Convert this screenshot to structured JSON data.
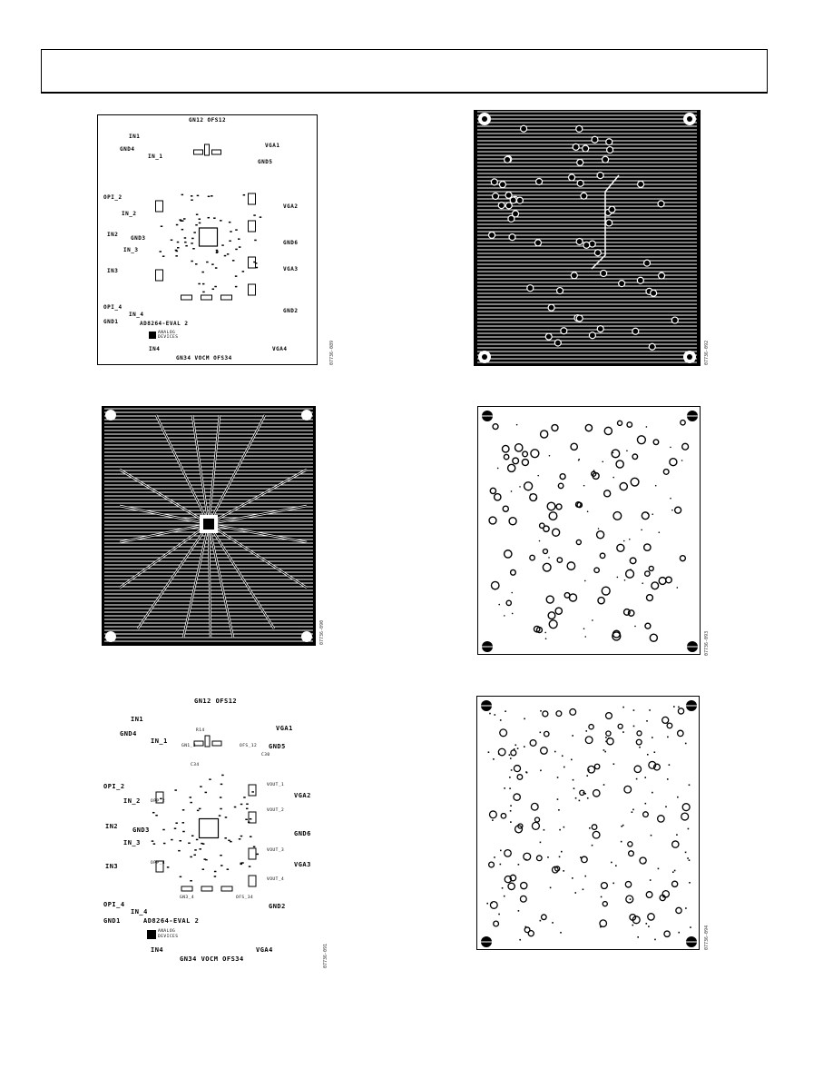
{
  "figures": {
    "fig1": {
      "id": "07736-089"
    },
    "fig2": {
      "id": "07736-092"
    },
    "fig3": {
      "id": "07736-090"
    },
    "fig4": {
      "id": "07736-093"
    },
    "fig5": {
      "id": "07736-091"
    },
    "fig6": {
      "id": "07736-094"
    }
  },
  "silkscreen": {
    "top_center": "GN12 OFS12",
    "in1": "IN1",
    "gnd4": "GND4",
    "in_1": "IN_1",
    "vga1": "VGA1",
    "gnd5": "GND5",
    "opi_2": "OPI_2",
    "vga2": "VGA2",
    "in_2": "IN_2",
    "in2": "IN2",
    "gnd3": "GND3",
    "gnd6": "GND6",
    "in_3": "IN_3",
    "in3": "IN3",
    "vga3": "VGA3",
    "opi_4": "OPI_4",
    "gnd2": "GND2",
    "in_4": "IN_4",
    "gnd1": "GND1",
    "board_name": "AD8264-EVAL 2",
    "logo_top": "ANALOG",
    "logo_bottom": "DEVICES",
    "in4": "IN4",
    "vga4": "VGA4",
    "bottom_center": "GN34  VOCM  OFS34",
    "r14": "R14",
    "gnd_1": "GN1_2",
    "ofs_12": "OFS_12",
    "c30": "C30",
    "c34": "C34",
    "vout_1": "VOUT_1",
    "vout_2": "VOUT_2",
    "vout_3": "VOUT_3",
    "vout_4": "VOUT_4",
    "opp_2": "OPP_2",
    "opp_4": "OPP_4",
    "ofs_34": "OFS_34",
    "gn3_4": "GN3_4"
  }
}
